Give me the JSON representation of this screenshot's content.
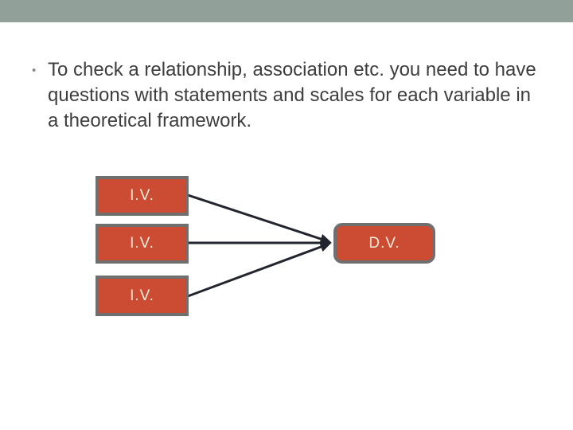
{
  "slide": {
    "top_bar_color": "#91A098",
    "text_color": "#3E3E3E",
    "bullet": {
      "glyph": "•",
      "lines": [
        "To check a relationship, association etc. you need to have",
        "questions with statements and scales for each variable in",
        "a theoretical framework."
      ]
    },
    "diagram": {
      "iv_boxes": [
        {
          "label": "I.V."
        },
        {
          "label": "I.V."
        },
        {
          "label": "I.V."
        }
      ],
      "dv_box": {
        "label": "D.V."
      },
      "colors": {
        "box_fill": "#CB4B33",
        "box_border": "#6F6F6F",
        "box_text": "#F5EFDE",
        "arrow": "#22252E"
      }
    }
  }
}
